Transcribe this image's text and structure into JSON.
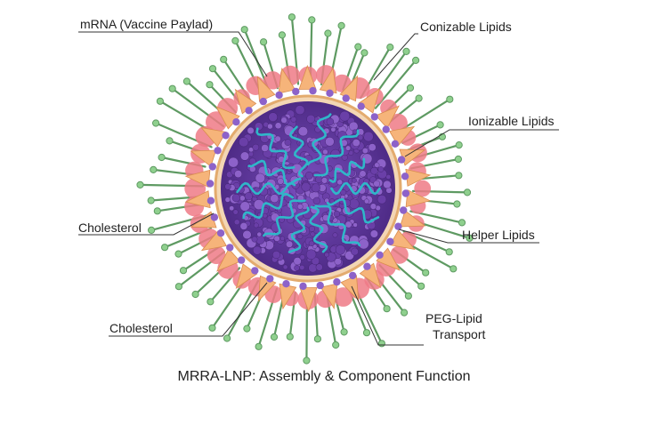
{
  "diagram": {
    "caption": "MRRA-LNP: Assembly & Component Function",
    "labels": {
      "mrna": "mRNA (Vaccine Paylad)",
      "conizable": "Conizable Lipids",
      "ionizable": "Ionizable Lipids",
      "cholesterol_left": "Cholesterol",
      "helper": "Helper Lipids",
      "cholesterol_bottom": "Cholesterol",
      "peg_line1": "PEG-Lipid",
      "peg_line2": "Transport"
    },
    "colors": {
      "peg_stalk": "#5e9a62",
      "peg_tip": "#8fd08e",
      "ionizable_cone": "#f6b47a",
      "lipid_pink": "#ee7a86",
      "shell_gold": "#e9b36a",
      "core_purple": "#6a3fa8",
      "core_purple_light": "#8d62c9",
      "mrna_teal": "#2fb7c9",
      "leader_line": "#333333"
    }
  }
}
